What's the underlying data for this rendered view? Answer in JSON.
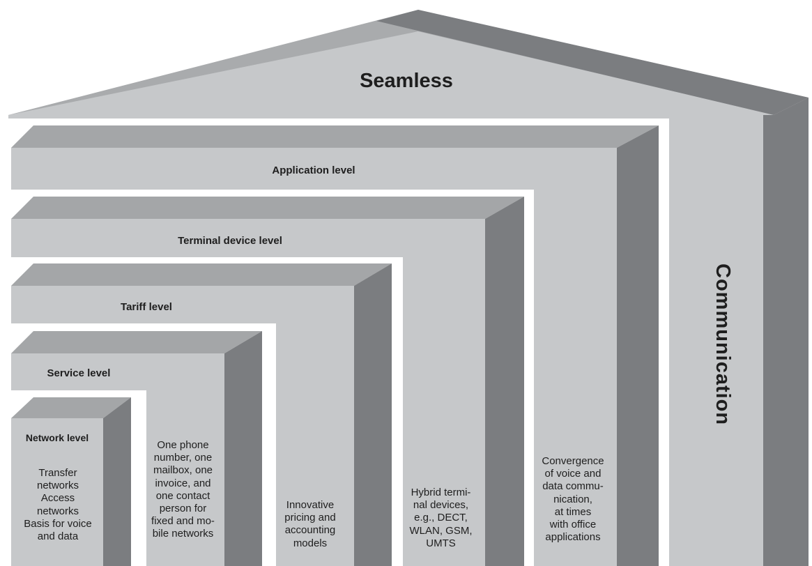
{
  "diagram": {
    "roof_title": "Seamless",
    "side_title": "Communication",
    "levels": [
      {
        "name": "Network level",
        "description": "Transfer\nnetworks\nAccess\nnetworks\nBasis for voice\nand data"
      },
      {
        "name": "Service level",
        "description": "One phone\nnumber, one\nmailbox, one\ninvoice, and\none contact\nperson for\nfixed and mo-\nbile networks"
      },
      {
        "name": "Tariff level",
        "description": "Innovative\npricing and\naccounting\nmodels"
      },
      {
        "name": "Terminal device level",
        "description": "Hybrid termi-\nnal devices,\ne.g., DECT,\nWLAN, GSM,\nUMTS"
      },
      {
        "name": "Application level",
        "description": "Convergence\nof voice and\ndata commu-\nnication,\nat times\nwith office\napplications"
      }
    ]
  }
}
